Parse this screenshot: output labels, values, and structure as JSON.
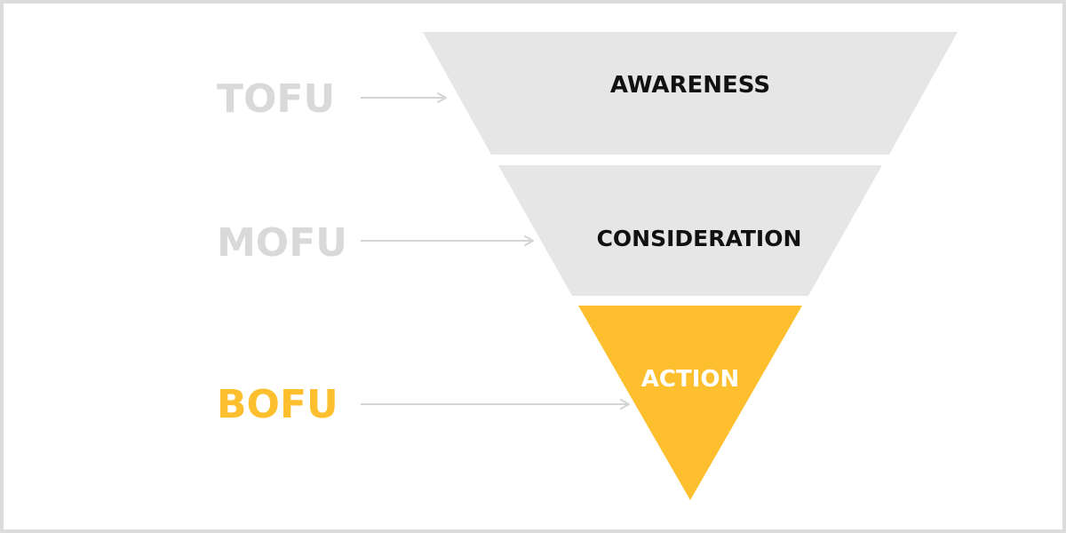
{
  "colors": {
    "stage_gray": "#e6e6e6",
    "stage_accent": "#fdbf2d",
    "label_inactive": "#d9d9d9",
    "label_active": "#fdbf2d",
    "arrow": "#d4d4d4",
    "frame": "#dcdcdc",
    "text_dark": "#111111",
    "text_light": "#ffffff"
  },
  "funnel": {
    "stages": [
      {
        "side_label": "TOFU",
        "stage_label": "AWARENESS"
      },
      {
        "side_label": "MOFU",
        "stage_label": "CONSIDERATION"
      },
      {
        "side_label": "BOFU",
        "stage_label": "ACTION"
      }
    ]
  }
}
